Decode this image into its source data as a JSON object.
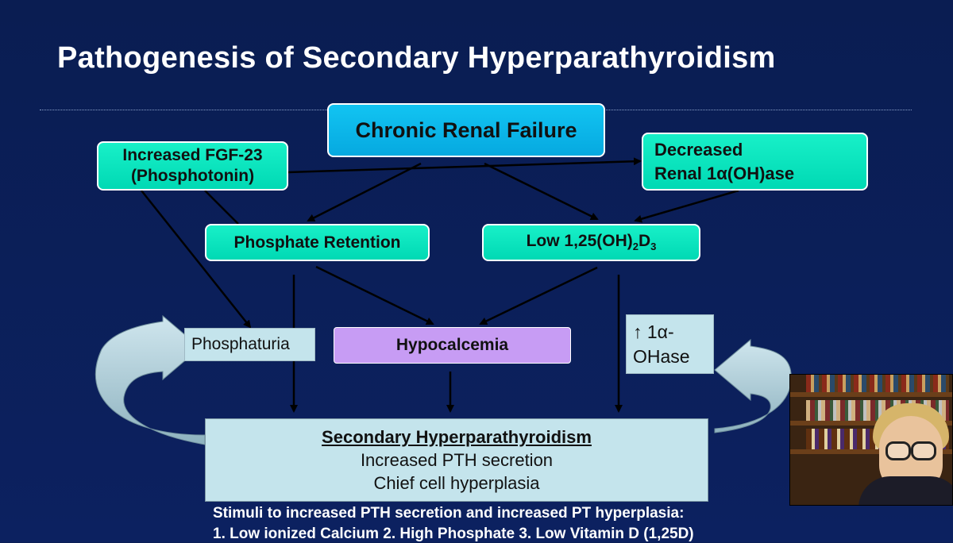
{
  "title": "Pathogenesis of Secondary Hyperparathyroidism",
  "nodes": {
    "crf": "Chronic Renal Failure",
    "fgf_line1": "Increased FGF-23",
    "fgf_line2": "(Phosphotonin)",
    "dec_line1": "Decreased",
    "dec_line2": "Renal 1α(OH)ase",
    "phos_ret": "Phosphate Retention",
    "low_vitd_prefix": "Low 1,25(OH)",
    "low_vitd_sub1": "2",
    "low_vitd_mid": "D",
    "low_vitd_sub2": "3",
    "phosphaturia": "Phosphaturia",
    "hypocalcemia": "Hypocalcemia",
    "ohase_line1": "↑ 1α-",
    "ohase_line2": "OHase",
    "shpt_title": "Secondary Hyperparathyroidism",
    "shpt_line1": "Increased PTH secretion",
    "shpt_line2": "Chief cell hyperplasia"
  },
  "footer": {
    "line1": "Stimuli to increased PTH secretion and increased PT hyperplasia:",
    "line2": "1. Low ionized Calcium 2. High Phosphate 3. Low Vitamin D (1,25D)"
  },
  "colors": {
    "background": "#0b1f55",
    "teal_box": "#00e0b8",
    "blue_box": "#0aafe6",
    "purple_box": "#c79cf4",
    "pale_box": "#c4e4ec"
  },
  "icons": [
    "curved-arrow-left-icon",
    "curved-arrow-right-icon"
  ]
}
